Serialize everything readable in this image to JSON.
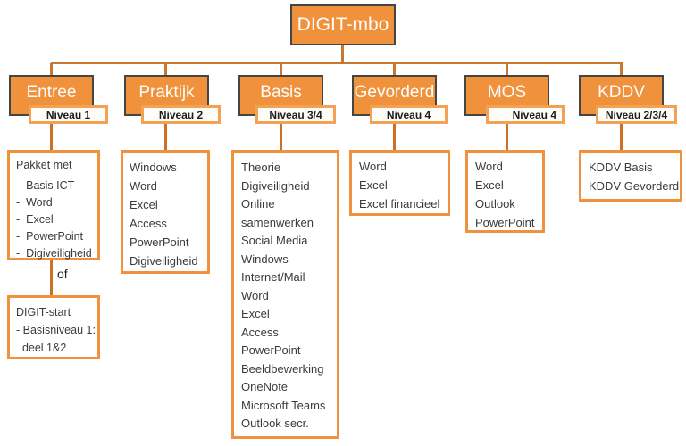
{
  "diagram": {
    "root_label": "DIGIT-mbo",
    "or_label": "of",
    "colors": {
      "node_fill": "#F0923C",
      "node_border": "#454545",
      "connector": "#C9772E",
      "course_box_border": "#F0913D",
      "niveau_border": "#F2A155"
    },
    "columns": [
      {
        "title": "Entree",
        "level": "Niveau 1",
        "courses": [
          "Pakket met",
          "-  Basis ICT",
          "-  Word",
          "-  Excel",
          "-  PowerPoint",
          "-  Digiveiligheid"
        ],
        "courses2": [
          "DIGIT-start",
          "- Basisniveau 1:",
          "  deel 1&2"
        ]
      },
      {
        "title": "Praktijk",
        "level": "Niveau 2",
        "courses": [
          "Windows",
          "Word",
          "Excel",
          "Access",
          "PowerPoint",
          "Digiveiligheid"
        ]
      },
      {
        "title": "Basis",
        "level": "Niveau 3/4",
        "courses": [
          "Theorie",
          "Digiveiligheid",
          "Online",
          "samenwerken",
          "Social Media",
          "Windows",
          "Internet/Mail",
          "Word",
          "Excel",
          "Access",
          "PowerPoint",
          "Beeldbewerking",
          "OneNote",
          "Microsoft Teams",
          "Outlook secr."
        ]
      },
      {
        "title": "Gevorderd",
        "level": "Niveau 4",
        "courses": [
          "Word",
          "Excel",
          "Excel financieel"
        ]
      },
      {
        "title": "MOS",
        "level": "Niveau 4",
        "courses": [
          "Word",
          "Excel",
          "Outlook",
          "PowerPoint"
        ]
      },
      {
        "title": "KDDV",
        "level": "Niveau 2/3/4",
        "courses": [
          "KDDV Basis",
          "KDDV Gevorderd"
        ]
      }
    ]
  }
}
